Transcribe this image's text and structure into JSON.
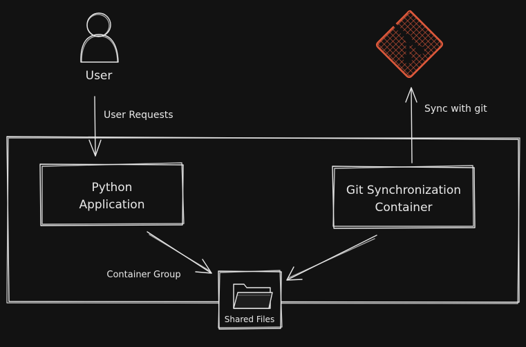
{
  "nodes": {
    "user": {
      "label": "User",
      "icon": "user-icon"
    },
    "python_app": {
      "label_line1": "Python",
      "label_line2": "Application"
    },
    "git_container": {
      "label_line1": "Git Synchronization",
      "label_line2": "Container"
    },
    "git_logo": {
      "icon": "git-logo-icon",
      "color": "#e05a3c"
    },
    "shared_files": {
      "label": "Shared Files",
      "icon": "folder-icon"
    }
  },
  "edges": {
    "user_requests": "User Requests",
    "sync_with_git": "Sync with git"
  },
  "groups": {
    "container_group": "Container Group"
  },
  "colors": {
    "background": "#121212",
    "stroke": "#e8e8e8",
    "accent": "#e05a3c"
  }
}
